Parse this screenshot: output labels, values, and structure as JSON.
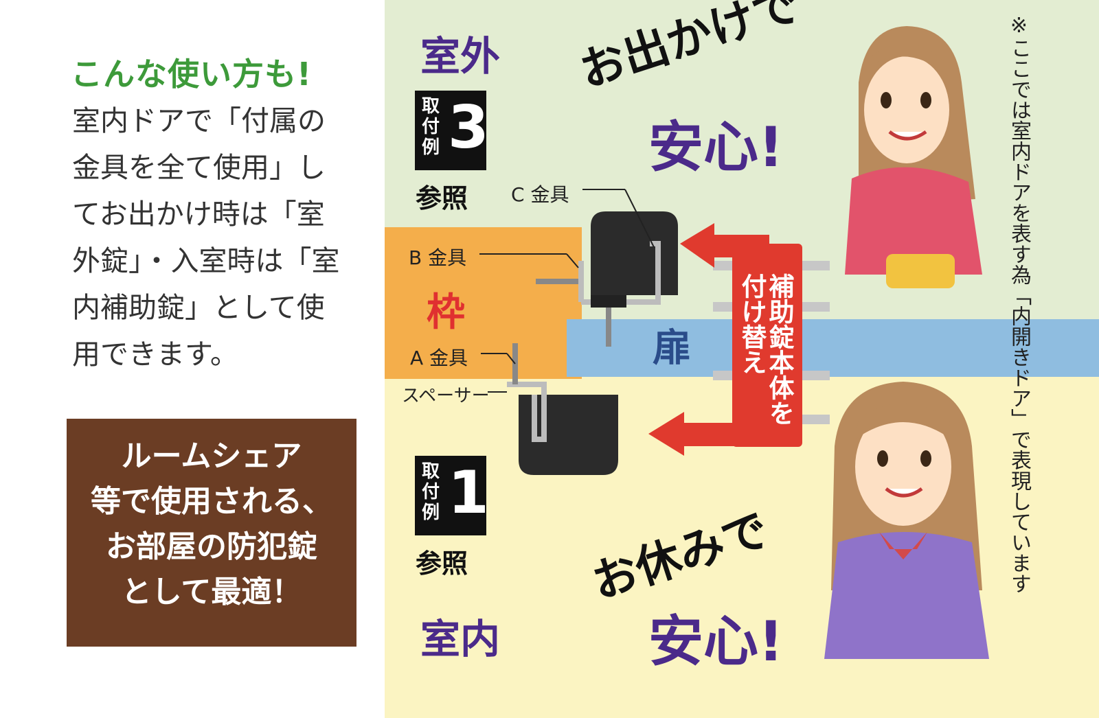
{
  "left": {
    "heading": "こんな使い方も!",
    "body_lines": [
      "室内ドアで「付属の",
      "金具を全て使用」し",
      "てお出かけ時は「室",
      "外錠」・入室時は「室",
      "内補助錠」として使",
      "用できます。"
    ],
    "callout_lines": [
      "ルームシェア",
      "等で使用される、",
      "お部屋の防犯錠",
      "として最適！"
    ]
  },
  "diagram": {
    "outdoor_label": "室外",
    "indoor_label": "室内",
    "ref_top": {
      "prefix_lines": [
        "取",
        "付",
        "例"
      ],
      "number": "3",
      "suffix": "参照"
    },
    "ref_bottom": {
      "prefix_lines": [
        "取",
        "付",
        "例"
      ],
      "number": "1",
      "suffix": "参照"
    },
    "parts": {
      "c_fitting": "C 金具",
      "b_fitting": "B 金具",
      "a_fitting": "A 金具",
      "spacer": "スペーサー"
    },
    "frame_label": "枠",
    "door_label": "扉",
    "swap_text": "補助錠本体を付け替え",
    "slogan_out": [
      "お出かけで",
      "安心!"
    ],
    "slogan_in": [
      "お休みで",
      "安心!"
    ],
    "note": "※ここでは室内ドアを表す為「内開きドア」で表現しています",
    "colors": {
      "outdoor_bg": "#e3edd2",
      "indoor_bg": "#fbf4c2",
      "frame": "#f4ae4b",
      "door": "#8fbde0",
      "arrow": "#e03a2e",
      "label_purple": "#4b2a8a",
      "heading_green": "#3d9a3a",
      "callout_brown": "#6b3d24"
    }
  }
}
